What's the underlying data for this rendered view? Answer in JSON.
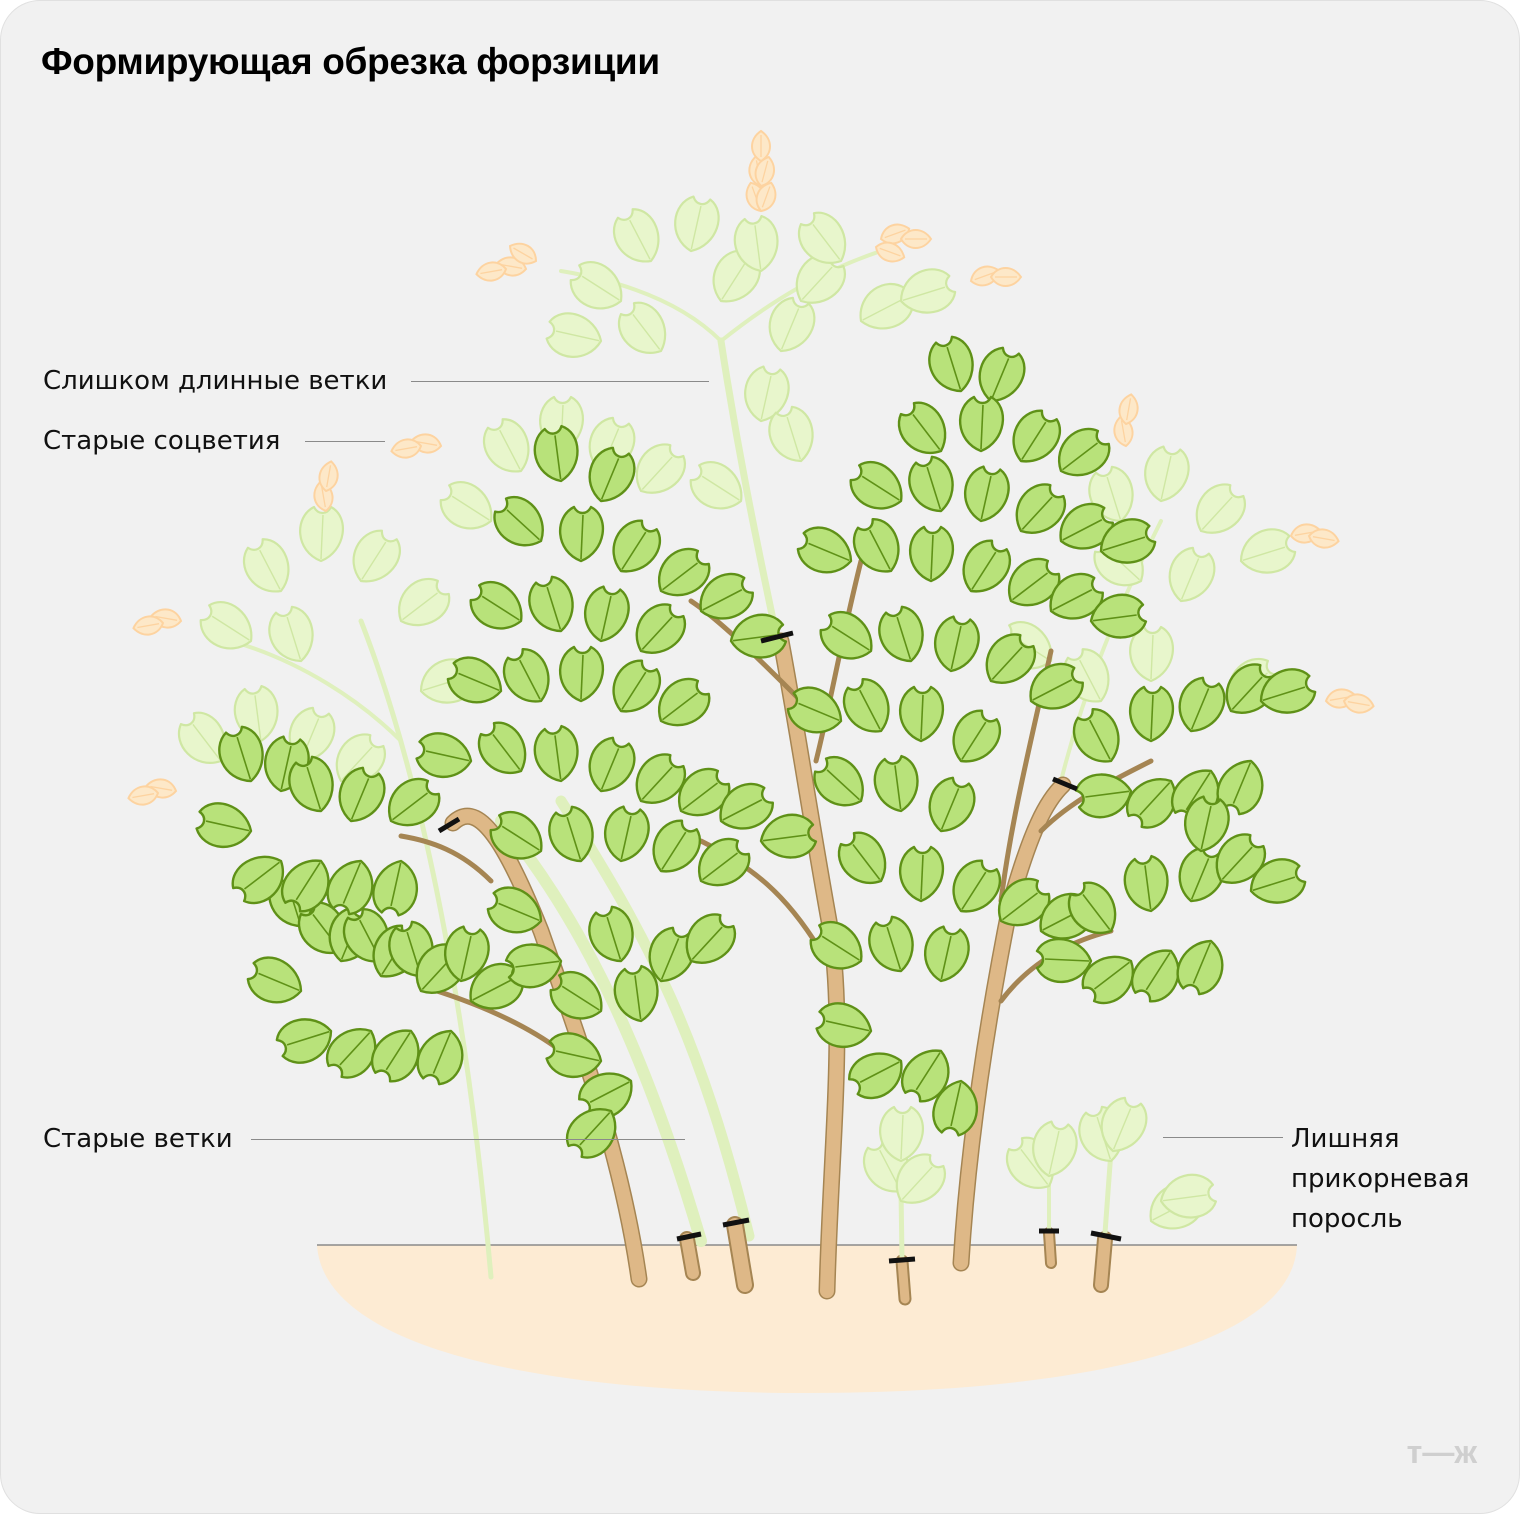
{
  "title": "Формирующая обрезка форзиции",
  "labels": {
    "too_long": "Слишком длинные ветки",
    "old_blooms": "Старые соцветия",
    "old_branches": "Старые ветки",
    "excess_growth": [
      "Лишняя",
      "прикорневая",
      "поросль"
    ]
  },
  "brand": "т—ж",
  "colors": {
    "background": "#f1f1f1",
    "soil": "#fdebd3",
    "stem": "#deb887",
    "stem_outline": "#a58553",
    "leaf_fill": "#b8e27a",
    "leaf_outline": "#5f9117",
    "faded_leaf_fill": "#e8f6cc",
    "faded_leaf_outline": "#cfe7a3",
    "blossom": "#fdd9a8",
    "cut_mark": "#111111"
  }
}
